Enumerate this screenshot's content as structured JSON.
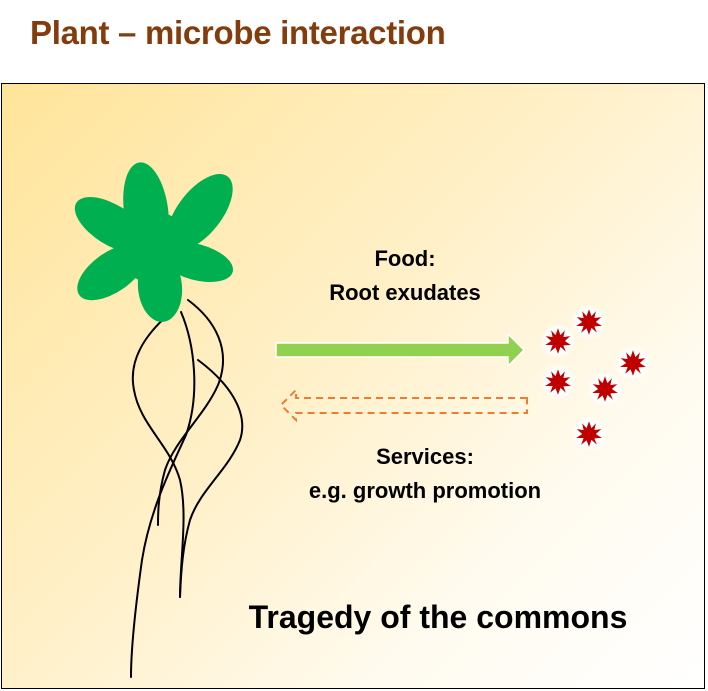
{
  "title": "Plant – microbe interaction",
  "diagram": {
    "food_label": {
      "line1": "Food:",
      "line2": "Root exudates"
    },
    "services_label": {
      "line1": "Services:",
      "line2": "e.g. growth promotion"
    },
    "caption": "Tragedy of the commons",
    "elements": {
      "plant": "plant-with-roots",
      "microbes_count": 6,
      "food_arrow": "solid arrow from plant to microbes",
      "services_arrow": "dashed arrow from microbes to plant"
    },
    "colors": {
      "title": "#843C0C",
      "plant_leaves": "#00B050",
      "food_arrow": "#92D050",
      "services_arrow": "#ED7D31",
      "microbe": "#C00000",
      "background_start": "#FFE49A",
      "background_end": "#FFFFFF"
    }
  }
}
